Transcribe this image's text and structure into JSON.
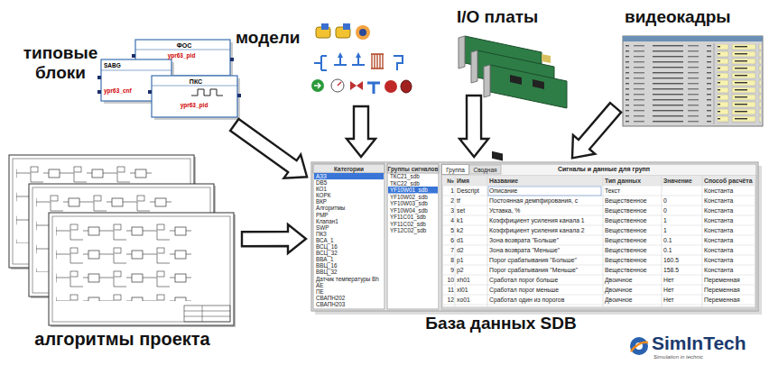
{
  "diagram": {
    "nodes": [
      {
        "text": [
          "типовые блоки"
        ]
      },
      {
        "text": [
          "модели"
        ]
      },
      {
        "text": [
          "I/O платы"
        ]
      },
      {
        "text": [
          "видеокадры"
        ]
      },
      {
        "text": [
          "алгоритмы проекта"
        ]
      },
      {
        "text": [
          "База данных SDB"
        ]
      },
      {
        "text": [
          "Категории",
          "АЗЗ",
          "DB5",
          "КО1",
          "КОРК",
          "ВКР",
          "Алгоритмы",
          "РМР",
          "Клапан1",
          "SWP",
          "ПКЗ",
          "ВСА_1",
          "ВСЦ_16",
          "ВСЦ_32",
          "ВВА_1",
          "ВВЦ_16",
          "ВВЦ_32",
          "Датчик температуры Вh",
          "АЕ",
          "ПЕ",
          "СВАПН202",
          "СВАПН203"
        ],
        "in": 5
      },
      {
        "text": [
          "Группы сигналов",
          "ТКС21_sdb",
          "ТКС22_sdb",
          "YF10W01_sdb",
          "YF10W02_sdb",
          "YF10W03_sdb",
          "YF10W04_sdb",
          "YF11C01_sdb",
          "YF11C02_sdb",
          "YF12C02_sdb"
        ],
        "in": 5
      },
      {
        "text": [
          "Сигналы и данные для групп"
        ],
        "in": 5
      }
    ],
    "edges": [
      {
        "from": 0,
        "to": 5,
        "arrow": "to"
      },
      {
        "from": 1,
        "to": 5,
        "arrow": "to"
      },
      {
        "from": 2,
        "to": 5,
        "arrow": "to"
      },
      {
        "from": 3,
        "to": 5,
        "arrow": "to"
      },
      {
        "from": 4,
        "to": 5,
        "arrow": "to"
      }
    ],
    "labels": [
      "ФОС",
      "ypr63_pid",
      "SABG",
      "ypr63_cnf",
      "ПКС",
      "ypr63_pid",
      "Группа",
      "Сводная",
      "№",
      "Имя",
      "Название",
      "Тип данных",
      "Значение",
      "Способ расчёта",
      "1",
      "Descript",
      "Описание",
      "Текст",
      "Константа",
      "2",
      "tf",
      "Постоянная демпфирования, с",
      "Вещественное",
      "0",
      "Константа",
      "3",
      "set",
      "Уставка, %",
      "Вещественное",
      "0",
      "Константа",
      "4",
      "k1",
      "Коэффициент усиления канала 1",
      "Вещественное",
      "1",
      "Константа",
      "5",
      "k2",
      "Коэффициент усиления канала 2",
      "Вещественное",
      "1",
      "Константа",
      "6",
      "d1",
      "Зона возврата \"Больше\"",
      "Вещественное",
      "0.1",
      "Константа",
      "7",
      "d2",
      "Зона возврата \"Меньше\"",
      "Вещественное",
      "0.1",
      "Константа",
      "8",
      "p1",
      "Порог срабатывания \"Больше\"",
      "Вещественное",
      "160.5",
      "Константа",
      "9",
      "p2",
      "Порог срабатывания \"Меньше\"",
      "Вещественное",
      "158.5",
      "Константа",
      "10",
      "xh01",
      "Сработал порог больше",
      "Двоичное",
      "Нет",
      "Переменная",
      "11",
      "xl01",
      "Сработал порог меньше",
      "Двоичное",
      "Нет",
      "Переменная",
      "12",
      "xo01",
      "Сработал один из порогов",
      "Двоичное",
      "Нет",
      "Переменная",
      "SimInTech",
      "Simulation in technic"
    ]
  }
}
